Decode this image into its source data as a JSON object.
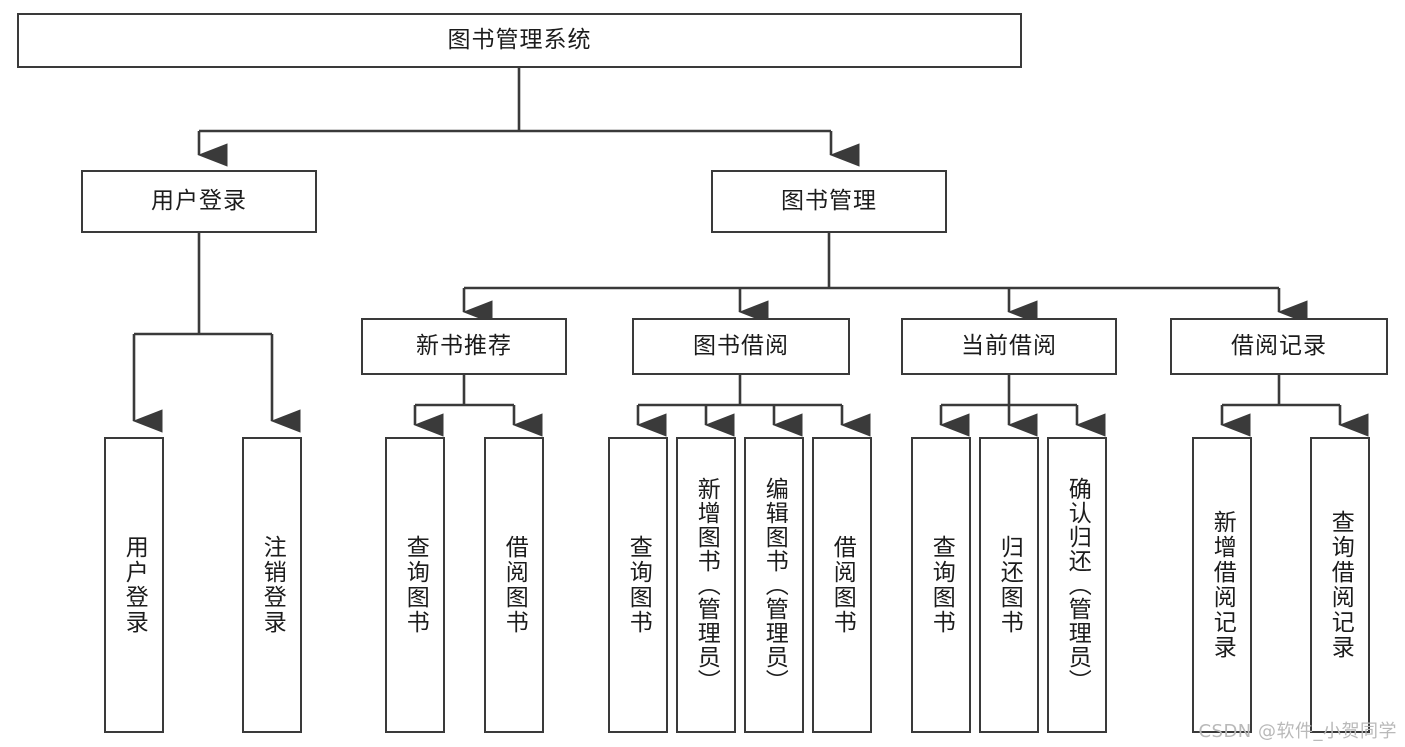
{
  "diagram": {
    "type": "tree-hierarchy",
    "title": "图书管理系统",
    "watermark": "CSDN @软件_小贺同学",
    "colors": {
      "stroke": "#3a3a3a",
      "fill": "#ffffff",
      "text": "#1c1c1c",
      "watermark": "#b9b9b9"
    },
    "levels": {
      "root": {
        "label": "图书管理系统"
      },
      "level2": [
        {
          "label": "用户登录"
        },
        {
          "label": "图书管理"
        }
      ],
      "level3": [
        {
          "label": "新书推荐"
        },
        {
          "label": "图书借阅"
        },
        {
          "label": "当前借阅"
        },
        {
          "label": "借阅记录"
        }
      ],
      "leaves": {
        "user_login": [
          {
            "label": "用户登录"
          },
          {
            "label": "注销登录"
          }
        ],
        "new_book_recommend": [
          {
            "label": "查询图书"
          },
          {
            "label": "借阅图书"
          }
        ],
        "book_borrow": [
          {
            "label": "查询图书"
          },
          {
            "label": "新增图书（管理员）"
          },
          {
            "label": "编辑图书（管理员）"
          },
          {
            "label": "借阅图书"
          }
        ],
        "current_borrow": [
          {
            "label": "查询图书"
          },
          {
            "label": "归还图书"
          },
          {
            "label": "确认归还（管理员）"
          }
        ],
        "borrow_record": [
          {
            "label": "新增借阅记录"
          },
          {
            "label": "查询借阅记录"
          }
        ]
      }
    }
  }
}
